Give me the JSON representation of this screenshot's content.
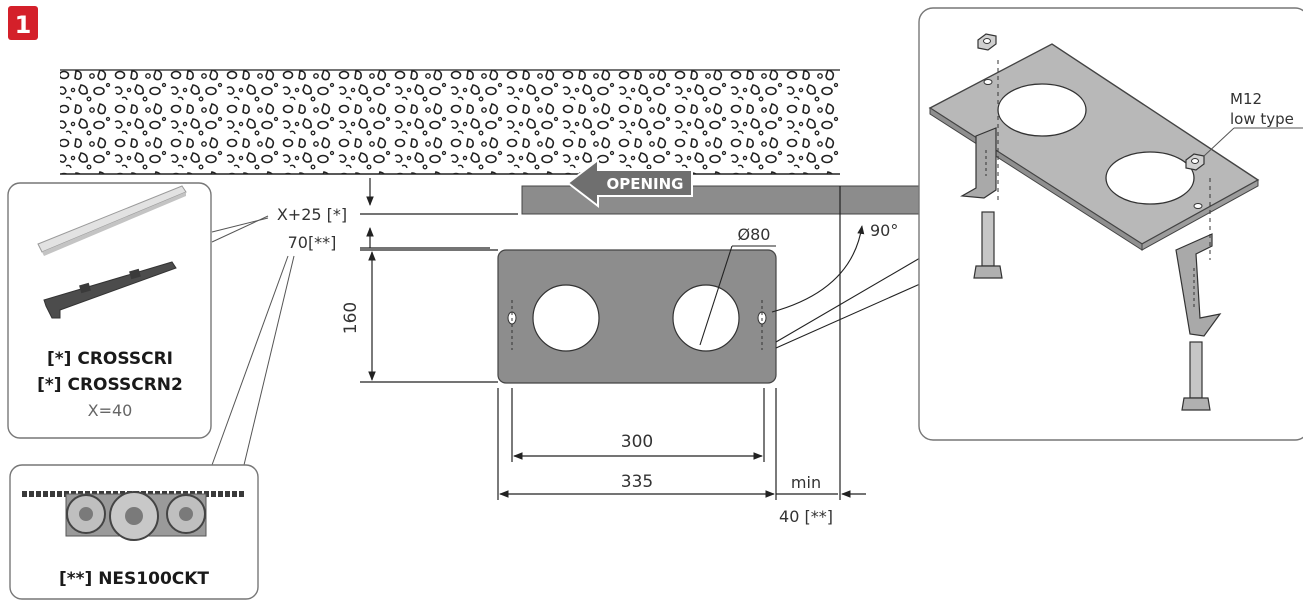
{
  "step": {
    "number": "1"
  },
  "colors": {
    "step_badge": "#d4202a",
    "plate": "#8d8d8d",
    "plate_3d": "#b8b8b8",
    "rail": "#8c8c8c",
    "opening_arrow": "#6f6f6f",
    "panel_border": "#777777",
    "text": "#333333"
  },
  "opening": {
    "label": "OPENING"
  },
  "dimensions": {
    "offset_a": "X+25 [*]",
    "offset_b": "70[**]",
    "height": "160",
    "hole_diameter": "Ø80",
    "angle": "90°",
    "inner_width": "300",
    "outer_width": "335",
    "min_label": "min",
    "min_value": "40 [**]"
  },
  "callouts": {
    "bolt": {
      "line1": "M12",
      "line2": "low type"
    }
  },
  "accessory_crosscr": {
    "line1": "[*] CROSSCRI",
    "line2": "[*] CROSSCRN2",
    "line3": "X=40"
  },
  "accessory_nes": {
    "label": "[**] NES100CKT"
  }
}
